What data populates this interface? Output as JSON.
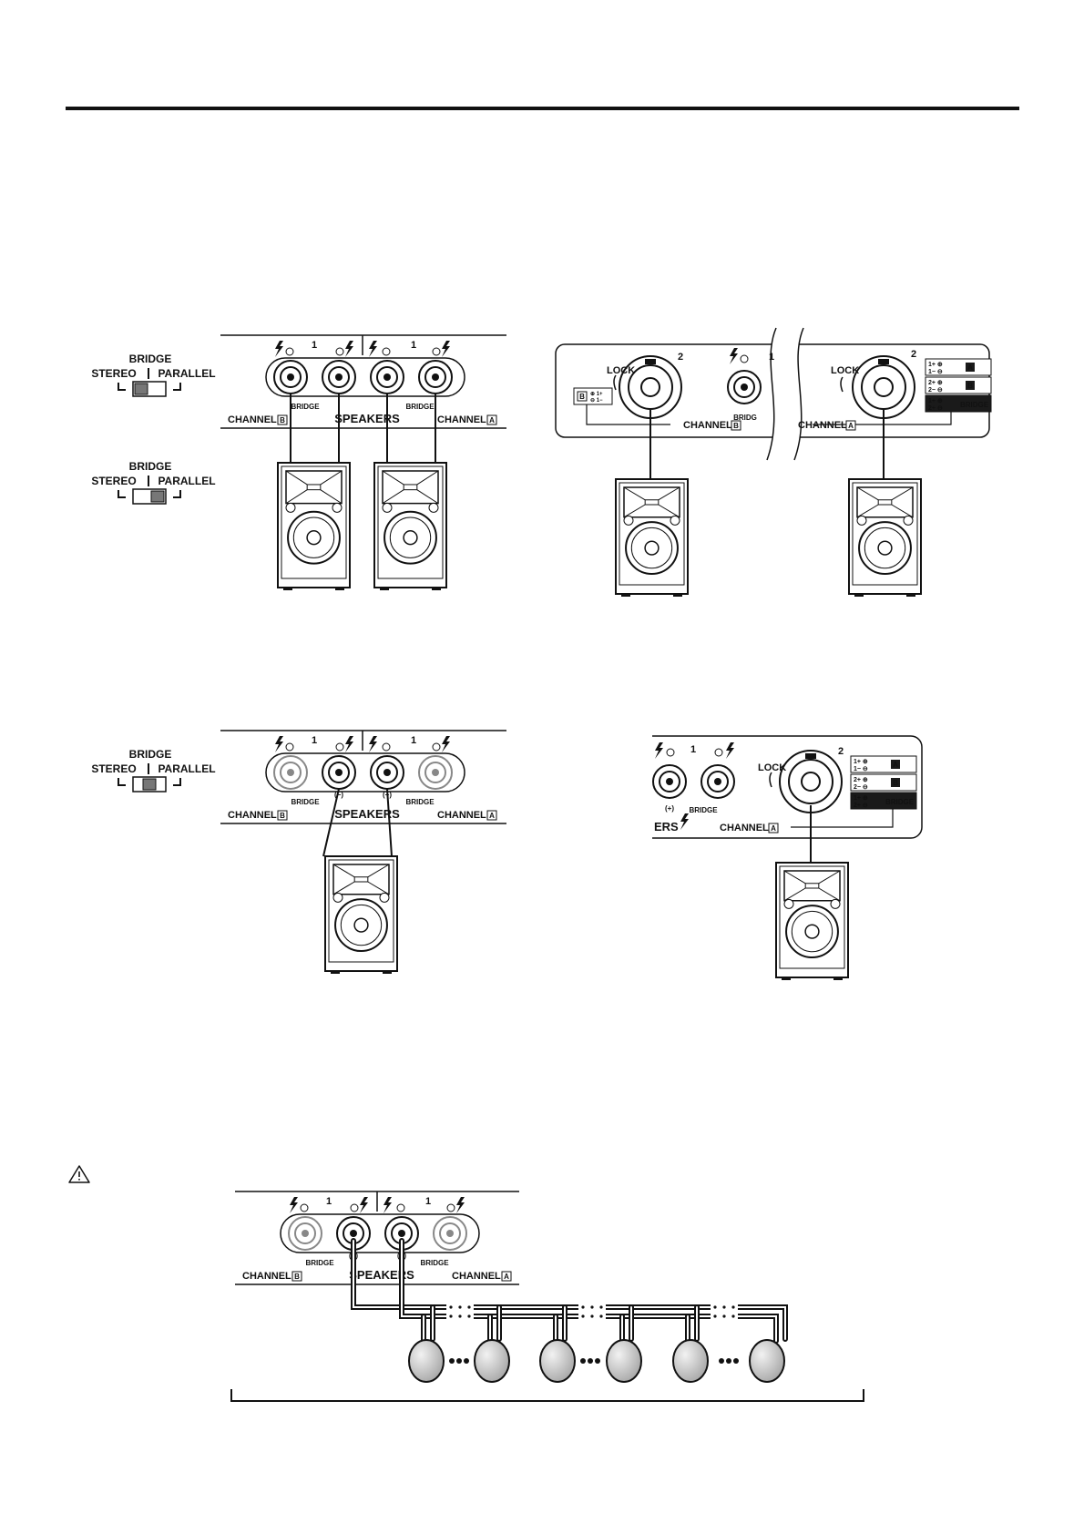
{
  "colors": {
    "ink": "#111111",
    "panel": "#ffffff",
    "screw": "#c8c8c8",
    "shadow": "#888888",
    "dark": "#1a1a1a"
  },
  "switch": {
    "title": "BRIDGE",
    "left": "STEREO",
    "right": "PARALLEL"
  },
  "panel": {
    "speakers": "SPEAKERS",
    "channel_b": "CHANNEL",
    "channel_a": "CHANNEL",
    "badge_b": "B",
    "badge_a": "A",
    "bridge": "BRIDGE",
    "lock": "LOCK",
    "num_one": "1",
    "num_two": "2",
    "minus_paren": "(−)",
    "plus_paren": "(+)",
    "ers_cut": "ERS",
    "bri_cut": "BRIDG"
  },
  "pin_legend": [
    {
      "pins": "1+ ⊕",
      "pins2": "1− ⊖",
      "tag": "A",
      "dark": false
    },
    {
      "pins": "2+ ⊕",
      "pins2": "2− ⊖",
      "tag": "B",
      "dark": false
    },
    {
      "pins": "1+ ⊕",
      "pins2": "2+ ⊖",
      "tag": "BRIDGE",
      "dark": true
    }
  ],
  "small_legend": {
    "tag": "B",
    "line1": "⊕ 1+",
    "line2": "⊖ 1−"
  },
  "icons": [
    "warning-triangle-icon",
    "high-voltage-icon",
    "plus-circle-icon",
    "minus-circle-icon",
    "loudspeaker-icon",
    "ceiling-speaker-icon"
  ]
}
